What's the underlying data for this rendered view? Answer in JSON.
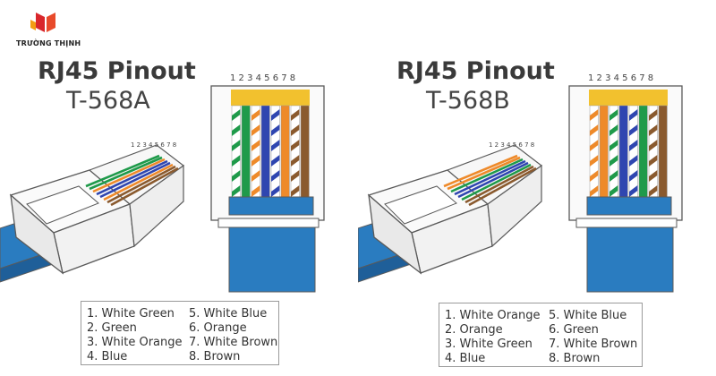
{
  "brand": {
    "name": "TRƯỜNG THỊNH",
    "colors": {
      "red": "#d9262b",
      "orange": "#f39c12"
    }
  },
  "pinouts": [
    {
      "title": "RJ45 Pinout",
      "standard": "T-568A",
      "pin_numbers": [
        "1",
        "2",
        "3",
        "4",
        "5",
        "6",
        "7",
        "8"
      ],
      "wires": [
        {
          "pin": "1",
          "label": "White Green",
          "color": "#1f9a4a",
          "striped": true
        },
        {
          "pin": "2",
          "label": "Green",
          "color": "#1f9a4a",
          "striped": false
        },
        {
          "pin": "3",
          "label": "White Orange",
          "color": "#ee8a2a",
          "striped": true
        },
        {
          "pin": "4",
          "label": "Blue",
          "color": "#2f46b0",
          "striped": false
        },
        {
          "pin": "5",
          "label": "White Blue",
          "color": "#2f46b0",
          "striped": true
        },
        {
          "pin": "6",
          "label": "Orange",
          "color": "#ee8a2a",
          "striped": false
        },
        {
          "pin": "7",
          "label": "White Brown",
          "color": "#8a5a2e",
          "striped": true
        },
        {
          "pin": "8",
          "label": "Brown",
          "color": "#8a5a2e",
          "striped": false
        }
      ],
      "legend_left": [
        "1. White Green",
        "2. Green",
        "3. White Orange",
        "4. Blue"
      ],
      "legend_right": [
        "5. White Blue",
        "6. Orange",
        "7. White Brown",
        "8. Brown"
      ]
    },
    {
      "title": "RJ45 Pinout",
      "standard": "T-568B",
      "pin_numbers": [
        "1",
        "2",
        "3",
        "4",
        "5",
        "6",
        "7",
        "8"
      ],
      "wires": [
        {
          "pin": "1",
          "label": "White Orange",
          "color": "#ee8a2a",
          "striped": true
        },
        {
          "pin": "2",
          "label": "Orange",
          "color": "#ee8a2a",
          "striped": false
        },
        {
          "pin": "3",
          "label": "White Green",
          "color": "#1f9a4a",
          "striped": true
        },
        {
          "pin": "4",
          "label": "Blue",
          "color": "#2f46b0",
          "striped": false
        },
        {
          "pin": "5",
          "label": "White Blue",
          "color": "#2f46b0",
          "striped": true
        },
        {
          "pin": "6",
          "label": "Green",
          "color": "#1f9a4a",
          "striped": false
        },
        {
          "pin": "7",
          "label": "White Brown",
          "color": "#8a5a2e",
          "striped": true
        },
        {
          "pin": "8",
          "label": "Brown",
          "color": "#8a5a2e",
          "striped": false
        }
      ],
      "legend_left": [
        "1. White Orange",
        "2. Orange",
        "3. White Green",
        "4. Blue"
      ],
      "legend_right": [
        "5. White Blue",
        "6. Green",
        "7. White Brown",
        "8. Brown"
      ]
    }
  ],
  "colors": {
    "cable_blue": "#2a7cc0",
    "cable_dark": "#1f5f99",
    "gold": "#f2c12e",
    "outline": "#5a5a5a"
  }
}
